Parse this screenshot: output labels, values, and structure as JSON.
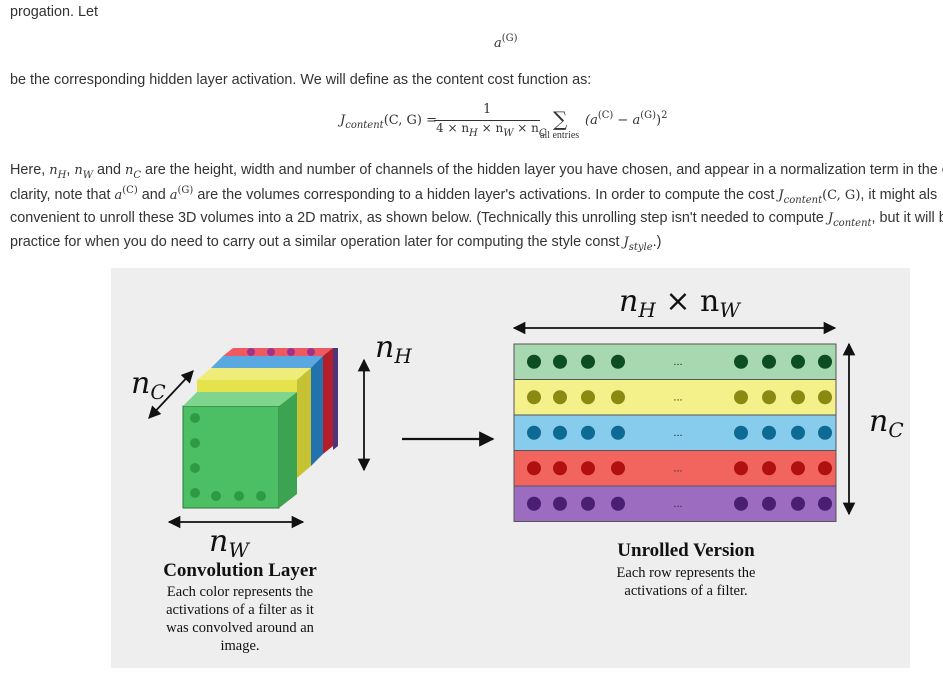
{
  "text": {
    "line0": "progation. Let",
    "eq0": {
      "base": "a",
      "sup": "(G)"
    },
    "line1": "be the corresponding hidden layer activation. We will define as the content cost function as:",
    "eq1": {
      "lhs_J": "J",
      "lhs_sub": "content",
      "lhs_args": "(C, G) =",
      "numerator": "1",
      "denominator": "4 × n",
      "den_h_sub": "H",
      "den_times1": " × n",
      "den_w_sub": "W",
      "den_times2": " × n",
      "den_c_sub": "C",
      "sum_symbol": "∑",
      "sum_sub": "all entries",
      "term_open": "(a",
      "term_sup_c": "(C)",
      "term_minus": " − a",
      "term_sup_g": "(G)",
      "term_close": ")",
      "term_power": "2"
    },
    "para": {
      "p1_a": "Here, ",
      "p1_nh": "n",
      "p1_nh_sub": "H",
      "p1_comma": ", ",
      "p1_nw": "n",
      "p1_nw_sub": "W",
      "p1_and": " and ",
      "p1_nc": "n",
      "p1_nc_sub": "C",
      "p1_b": " are the height, width and number of channels of the hidden layer you have chosen, and appear in a normalization term in the c",
      "p2_a": "clarity, note that ",
      "p2_a1": "a",
      "p2_a1_sup": "(C)",
      "p2_and": " and ",
      "p2_a2": "a",
      "p2_a2_sup": "(G)",
      "p2_b": " are the volumes corresponding to a hidden layer's activations. In order to compute the cost ",
      "p2_J": "J",
      "p2_J_sub": "content",
      "p2_args": "(C, G)",
      "p2_c": ", it might als",
      "p3_a": "convenient to unroll these 3D volumes into a 2D matrix, as shown below. (Technically this unrolling step isn't needed to compute ",
      "p3_J": "J",
      "p3_J_sub": "content",
      "p3_b": ", but it will be",
      "p4_a": "practice for when you do need to carry out a similar operation later for computing the style const ",
      "p4_J": "J",
      "p4_J_sub": "style",
      "p4_b": ".)"
    }
  },
  "figure": {
    "left_title": "Convolution Layer",
    "left_caption": [
      "Each color represents the",
      "activations of a filter as it",
      "was convolved around an",
      "image."
    ],
    "right_title": "Unrolled Version",
    "right_caption": [
      "Each row represents the",
      "activations of a filter."
    ],
    "label_nc": "n",
    "label_nc_sub": "C",
    "label_nh": "n",
    "label_nh_sub": "H",
    "label_nw": "n",
    "label_nw_sub": "W",
    "label_top": "n",
    "label_top_sub1": "H",
    "label_top_times": " × n",
    "label_top_sub2": "W",
    "label_right": "n",
    "label_right_sub": "C",
    "ellipsis": "...",
    "rows": [
      {
        "fill": "#a8d8b0",
        "dot": "#0d4d22"
      },
      {
        "fill": "#f4f08a",
        "dot": "#8a8a12"
      },
      {
        "fill": "#87ccec",
        "dot": "#0d6a93"
      },
      {
        "fill": "#f2655e",
        "dot": "#b01010"
      },
      {
        "fill": "#9b6cc0",
        "dot": "#4a1e72"
      }
    ]
  }
}
